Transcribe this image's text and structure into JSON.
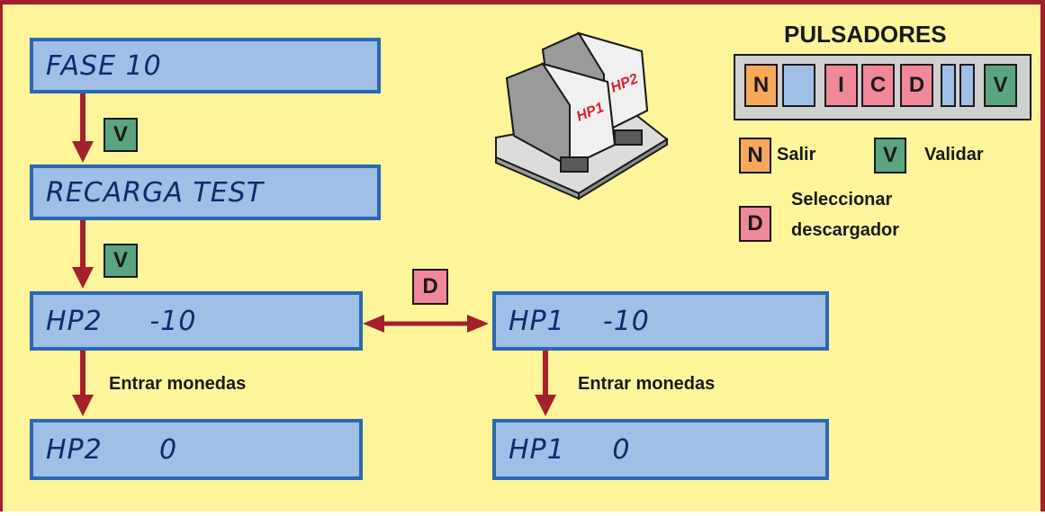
{
  "screens": {
    "fase": "FASE 10",
    "recarga": "RECARGA TEST",
    "hp2_start": "HP2     -10",
    "hp1_start": "HP1    -10",
    "hp2_end": "HP2      0",
    "hp1_end": "HP1     0"
  },
  "steps": {
    "key_v": "V",
    "key_d": "D",
    "entrar_left": "Entrar monedas",
    "entrar_right": "Entrar monedas"
  },
  "panel": {
    "title": "PULSADORES",
    "keys": [
      "N",
      "",
      "I",
      "C",
      "D",
      "",
      "V"
    ]
  },
  "legend": {
    "n_key": "N",
    "salir": "Salir",
    "v_key": "V",
    "validar": "Validar",
    "d_key": "D",
    "seleccionar_line1": "Seleccionar",
    "seleccionar_line2": "descargador"
  },
  "illustration": {
    "hopper1": "HP1",
    "hopper2": "HP2"
  },
  "colors": {
    "background": "#fef59a",
    "border": "#a3202c",
    "lcd_fill": "#9fbfe6",
    "lcd_border": "#2a68b3",
    "green_key": "#5aa57d",
    "pink_key": "#f08898",
    "orange_key": "#f7a85a",
    "arrow": "#a3202c"
  }
}
